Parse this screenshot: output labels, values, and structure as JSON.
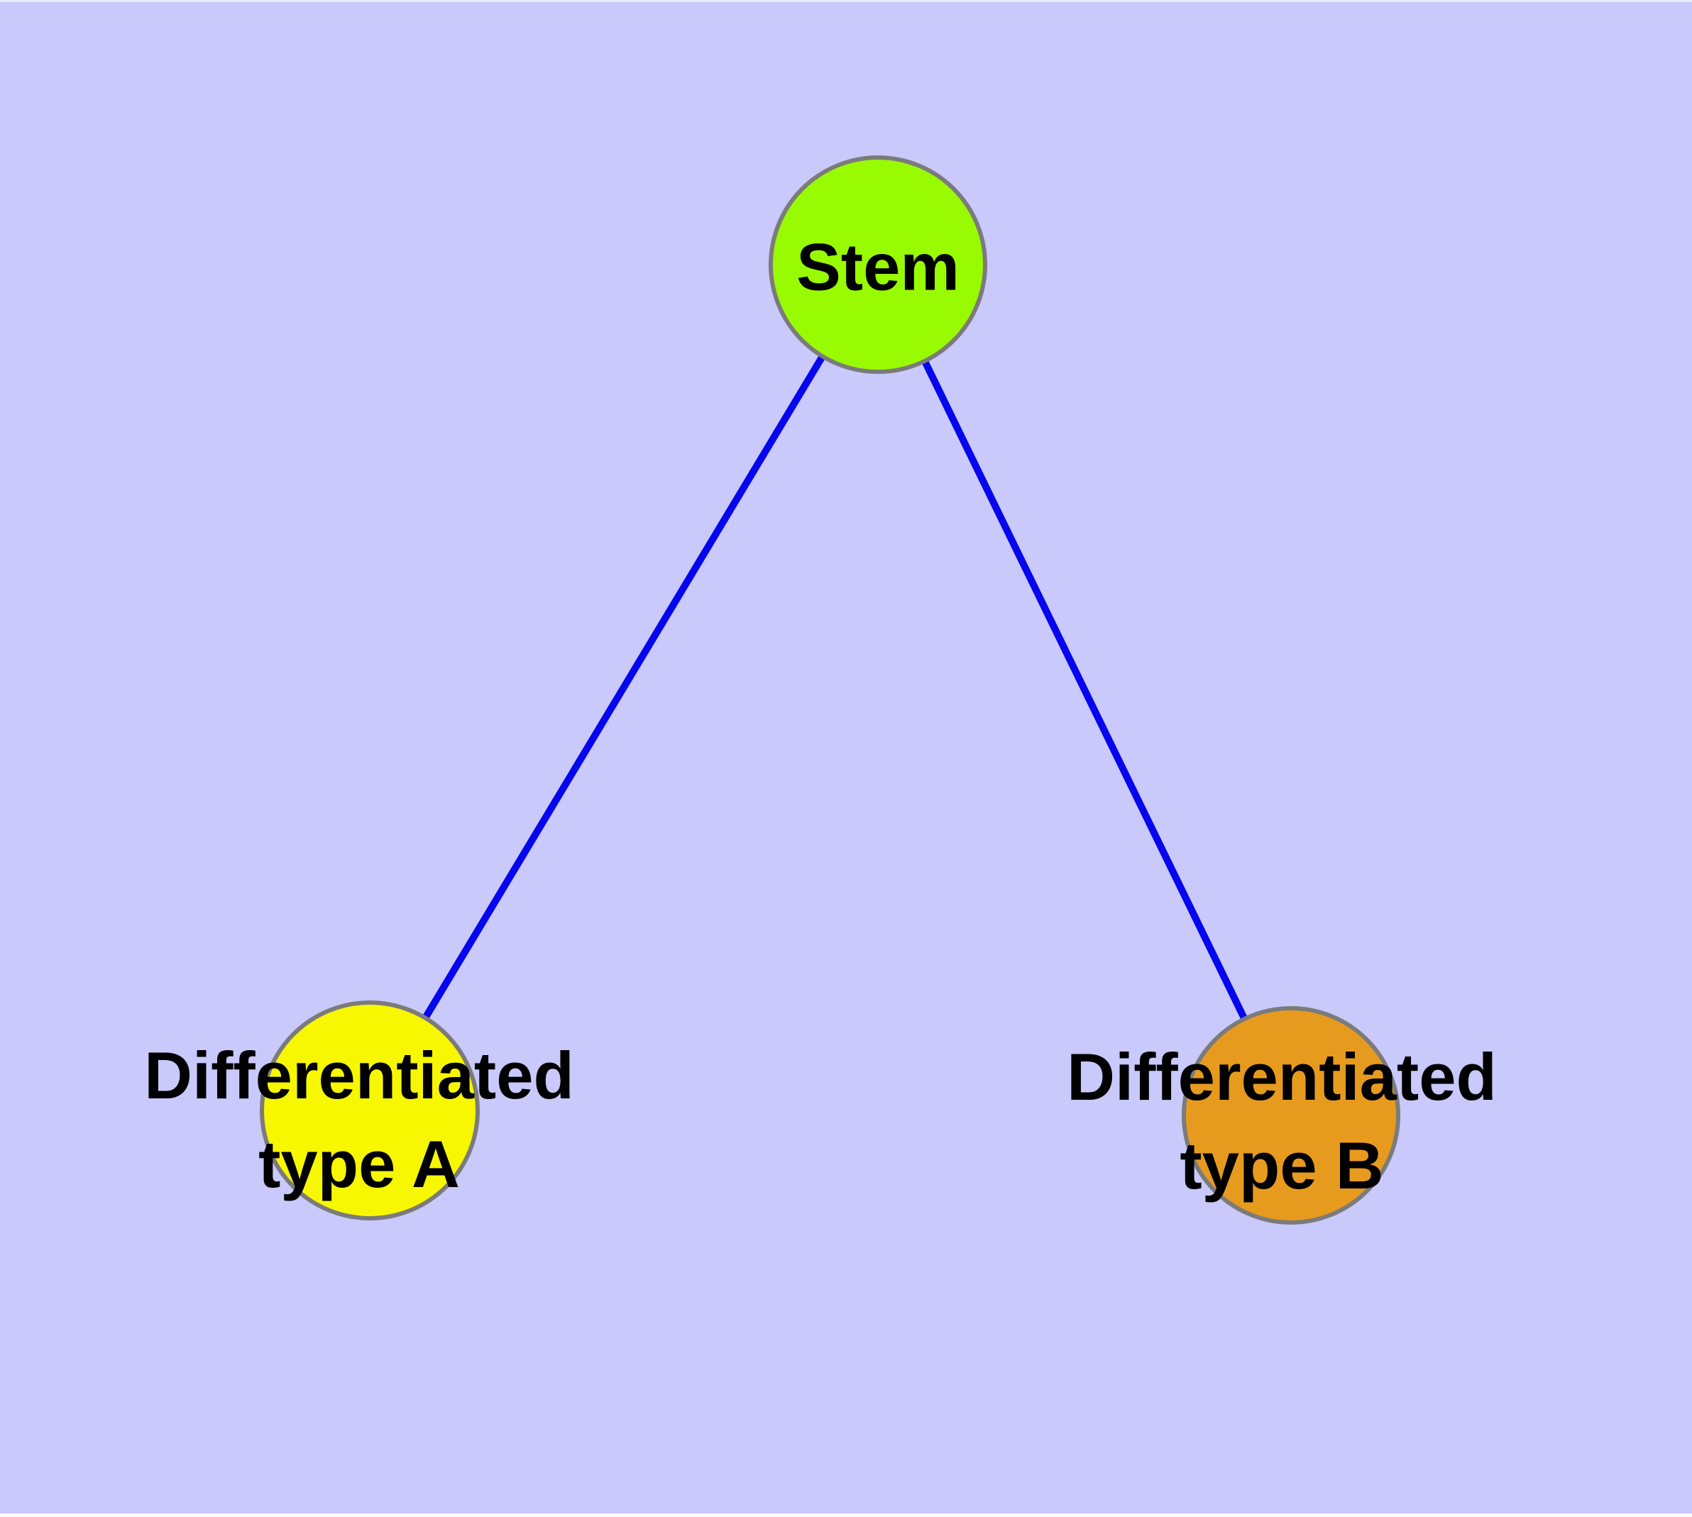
{
  "canvas": {
    "background_color": "#C9C9FB",
    "top_edge_color": "#E9E9F8",
    "bottom_edge_color": "#FCFCFE"
  },
  "graph": {
    "type": "tree",
    "nodes": [
      {
        "id": "stem",
        "label_lines": [
          "Stem"
        ],
        "fill_color": "#99FB01",
        "border_color": "#7B7B7B",
        "text_color": "#000000"
      },
      {
        "id": "differentiated-type-a",
        "label_lines": [
          "Differentiated",
          "type A"
        ],
        "fill_color": "#F7F701",
        "border_color": "#7B7B7B",
        "text_color": "#000000"
      },
      {
        "id": "differentiated-type-b",
        "label_lines": [
          "Differentiated",
          "type B"
        ],
        "fill_color": "#E79B1E",
        "border_color": "#7B7B7B",
        "text_color": "#000000"
      }
    ],
    "edges": [
      {
        "from": "stem",
        "to": "differentiated-type-a",
        "color": "#0505EE"
      },
      {
        "from": "stem",
        "to": "differentiated-type-b",
        "color": "#0505EE"
      }
    ]
  }
}
